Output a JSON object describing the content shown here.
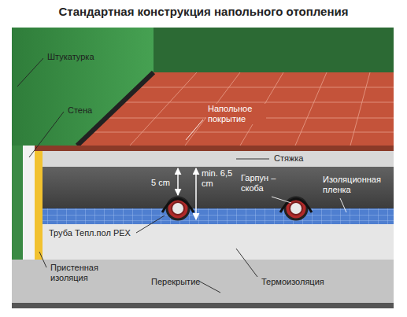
{
  "diagram": {
    "title": "Стандартная конструкция напольного отопления",
    "labels": [
      "Штукатурка",
      "Стена",
      "Напольное покрытие",
      "Стяжка",
      "5 cm",
      "min. 6,5 cm",
      "Гарпун –скоба",
      "Труба Тепл.пол PEX",
      "Изоляционная пленка",
      "Пристенная изоляция",
      "Перекрытие",
      "Термоизоляция"
    ]
  }
}
